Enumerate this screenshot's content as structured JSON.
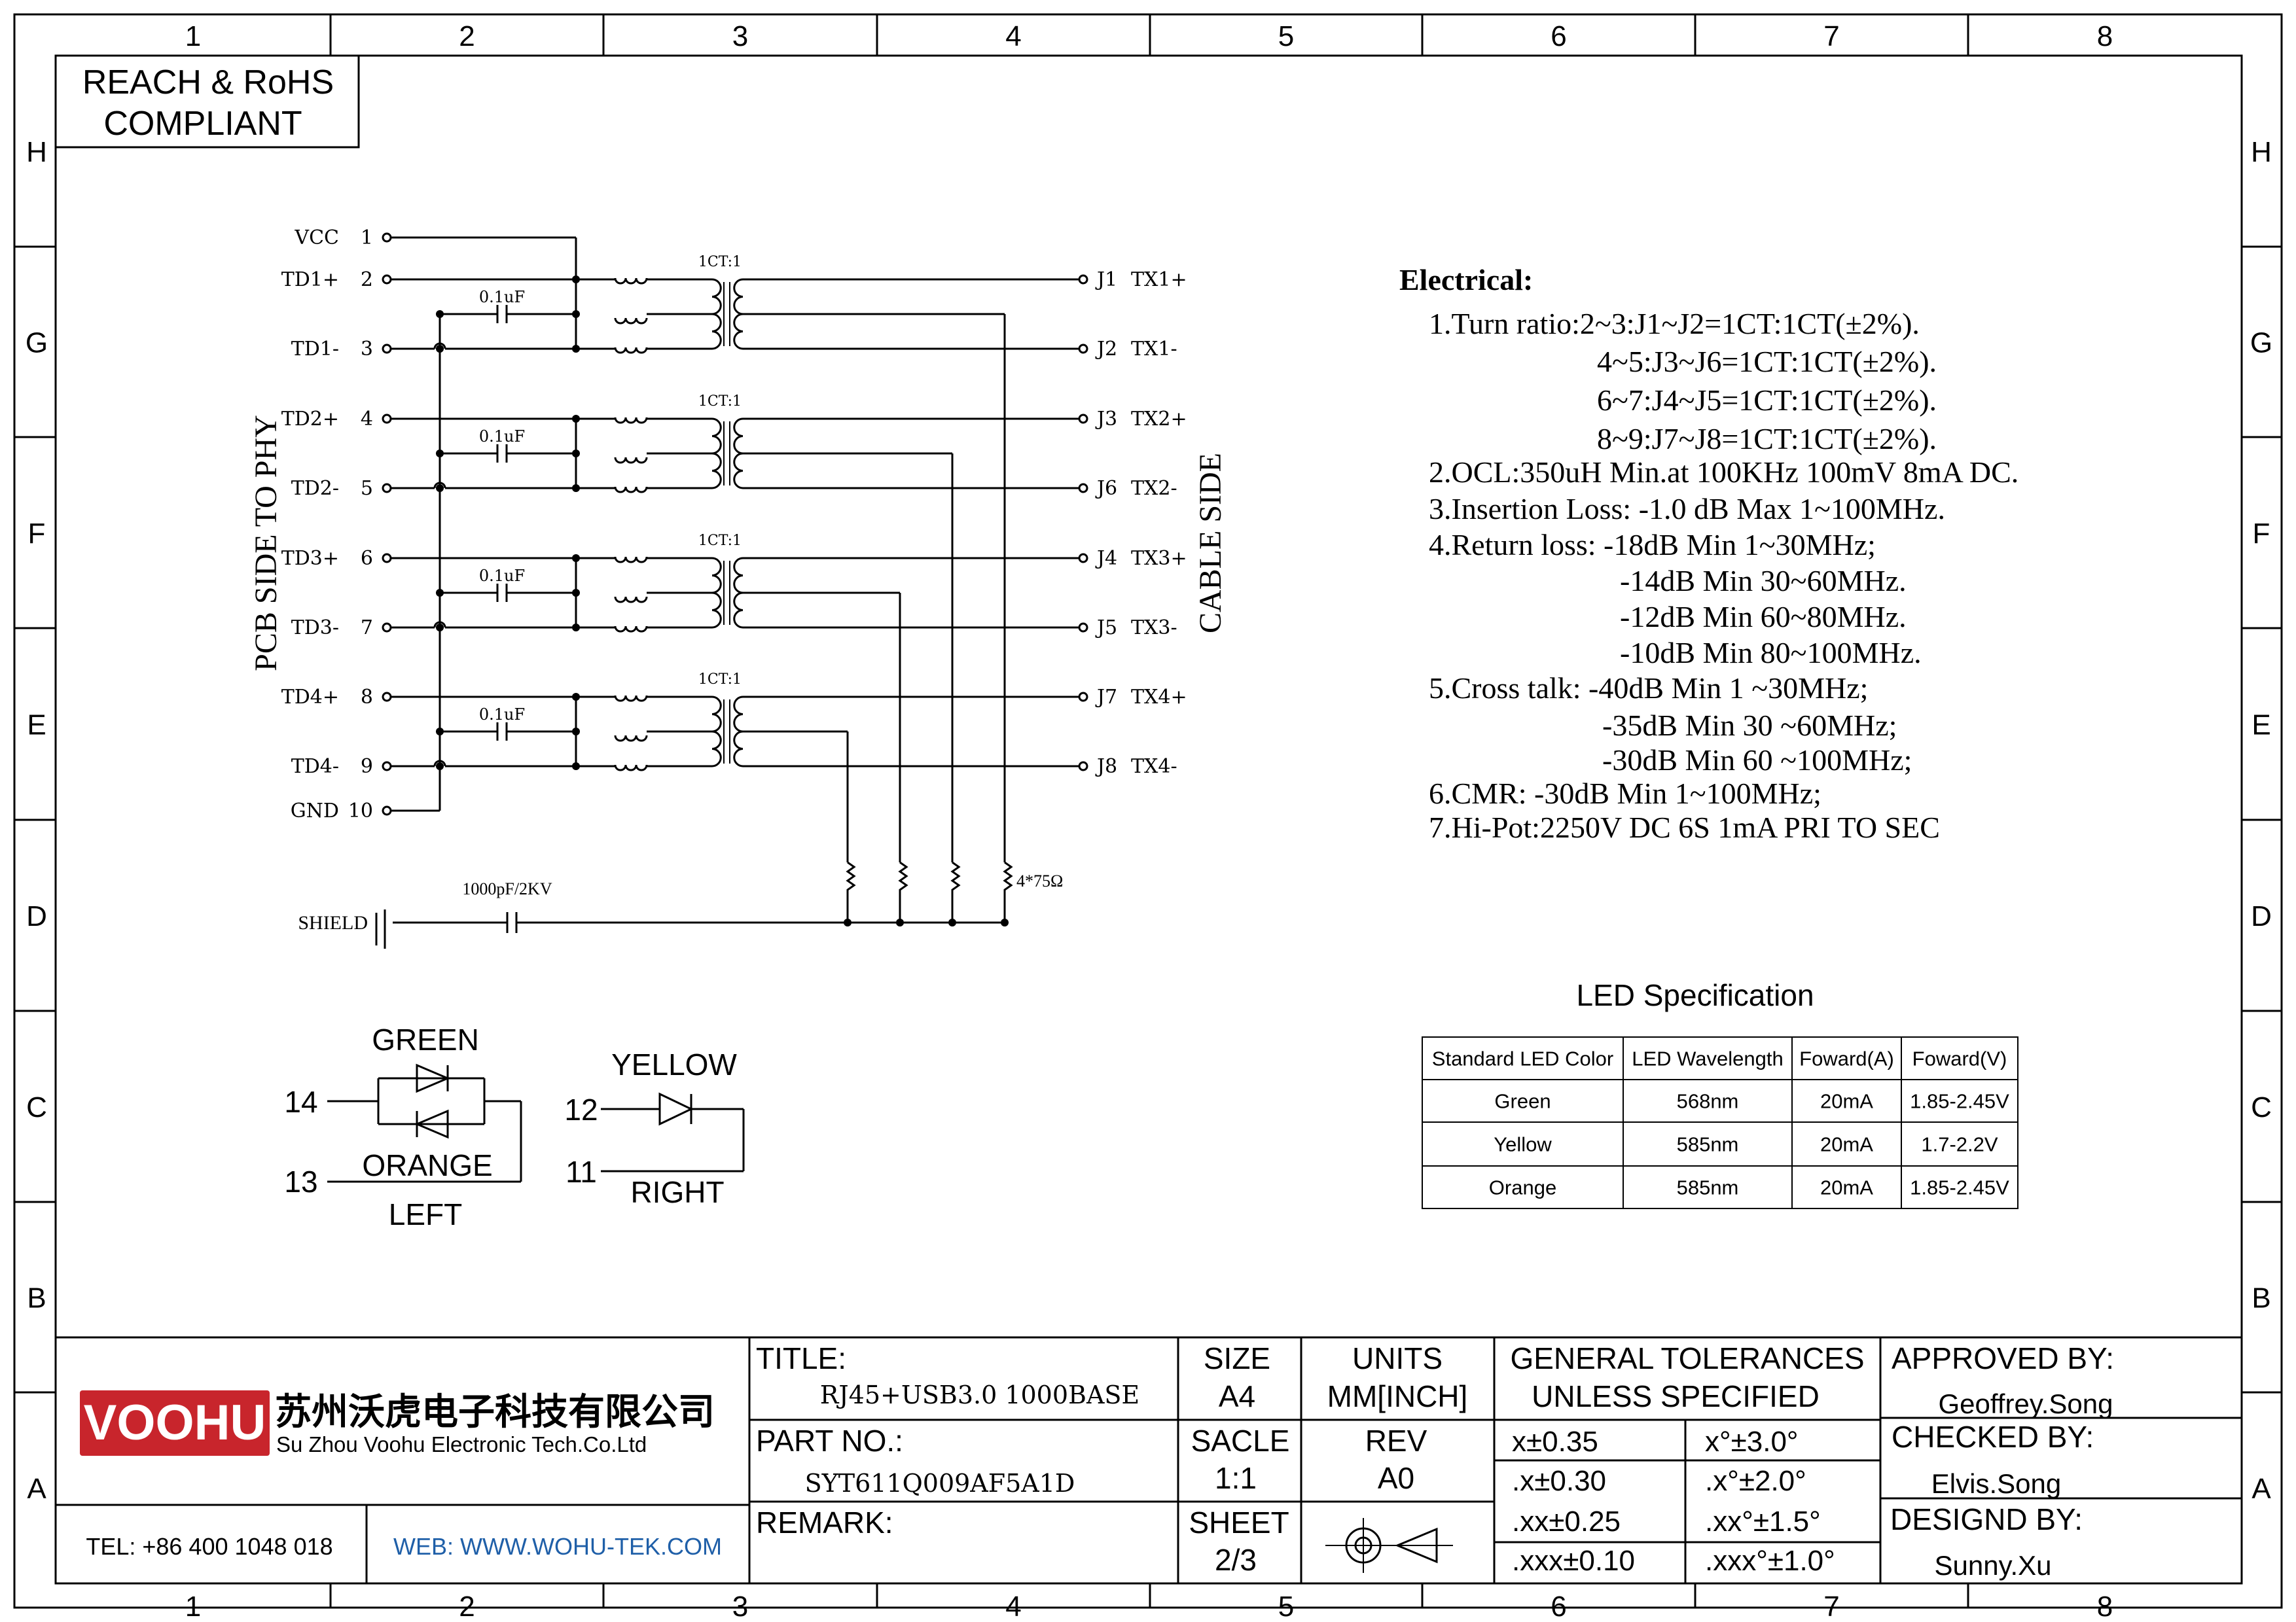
{
  "frame": {
    "columns": [
      "1",
      "2",
      "3",
      "4",
      "5",
      "6",
      "7",
      "8"
    ],
    "rows": [
      "H",
      "G",
      "F",
      "E",
      "D",
      "C",
      "B",
      "A"
    ]
  },
  "compliance": {
    "line1": "REACH & RoHS",
    "line2": "COMPLIANT"
  },
  "schematic": {
    "side_left": "PCB SIDE TO PHY",
    "side_right": "CABLE SIDE",
    "pins_left": [
      {
        "name": "VCC",
        "num": "1"
      },
      {
        "name": "TD1+",
        "num": "2"
      },
      {
        "name": "TD1-",
        "num": "3"
      },
      {
        "name": "TD2+",
        "num": "4"
      },
      {
        "name": "TD2-",
        "num": "5"
      },
      {
        "name": "TD3+",
        "num": "6"
      },
      {
        "name": "TD3-",
        "num": "7"
      },
      {
        "name": "TD4+",
        "num": "8"
      },
      {
        "name": "TD4-",
        "num": "9"
      },
      {
        "name": "GND",
        "num": "10"
      }
    ],
    "pins_right": [
      {
        "num": "J1",
        "name": "TX1+"
      },
      {
        "num": "J2",
        "name": "TX1-"
      },
      {
        "num": "J3",
        "name": "TX2+"
      },
      {
        "num": "J6",
        "name": "TX2-"
      },
      {
        "num": "J4",
        "name": "TX3+"
      },
      {
        "num": "J5",
        "name": "TX3-"
      },
      {
        "num": "J7",
        "name": "TX4+"
      },
      {
        "num": "J8",
        "name": "TX4-"
      }
    ],
    "cap_label": "0.1uF",
    "ratio_label": "1CT:1",
    "shield_label": "SHIELD",
    "shield_cap": "1000pF/2KV",
    "resistor_label": "4*75Ω"
  },
  "led_diagram": {
    "left": {
      "top_pin": "14",
      "bottom_pin": "13",
      "color_top": "GREEN",
      "color_bottom": "ORANGE",
      "side": "LEFT"
    },
    "right": {
      "top_pin": "12",
      "bottom_pin": "11",
      "color": "YELLOW",
      "side": "RIGHT"
    }
  },
  "electrical": {
    "title": "Electrical:",
    "lines": [
      "1.Turn ratio:2~3:J1~J2=1CT:1CT(±2%).",
      "4~5:J3~J6=1CT:1CT(±2%).",
      "6~7:J4~J5=1CT:1CT(±2%).",
      "8~9:J7~J8=1CT:1CT(±2%).",
      "2.OCL:350uH Min.at 100KHz 100mV 8mA DC.",
      "3.Insertion Loss: -1.0 dB Max 1~100MHz.",
      "4.Return loss: -18dB Min 1~30MHz;",
      "-14dB Min 30~60MHz.",
      "-12dB Min 60~80MHz.",
      "-10dB Min 80~100MHz.",
      "5.Cross talk: -40dB Min 1 ~30MHz;",
      "-35dB Min 30 ~60MHz;",
      "-30dB Min 60 ~100MHz;",
      "6.CMR: -30dB Min 1~100MHz;",
      "7.Hi-Pot:2250V DC 6S 1mA PRI TO SEC"
    ]
  },
  "led_spec": {
    "title": "LED Specification",
    "headers": [
      "Standard LED Color",
      "LED Wavelength",
      "Foward(A)",
      "Foward(V)"
    ],
    "rows": [
      [
        "Green",
        "568nm",
        "20mA",
        "1.85-2.45V"
      ],
      [
        "Yellow",
        "585nm",
        "20mA",
        "1.7-2.2V"
      ],
      [
        "Orange",
        "585nm",
        "20mA",
        "1.85-2.45V"
      ]
    ]
  },
  "title_block": {
    "logo": "VOOHU",
    "company_cn": "苏州沃虎电子科技有限公司",
    "company_en": "Su Zhou Voohu Electronic Tech.Co.Ltd",
    "tel": "TEL: +86 400 1048 018",
    "web": "WEB: WWW.WOHU-TEK.COM",
    "title_label": "TITLE:",
    "title_value": "RJ45+USB3.0 1000BASE",
    "part_label": "PART NO.:",
    "part_value": "SYT611Q009AF5A1D",
    "remark_label": "REMARK:",
    "size_label": "SIZE",
    "size_value": "A4",
    "units_label": "UNITS",
    "units_value": "MM[INCH]",
    "scale_label": "SACLE",
    "scale_value": "1:1",
    "rev_label": "REV",
    "rev_value": "A0",
    "sheet_label": "SHEET",
    "sheet_value": "2/3",
    "tol_title1": "GENERAL TOLERANCES",
    "tol_title2": "UNLESS SPECIFIED",
    "tolerances": [
      [
        "x±0.35",
        "x°±3.0°"
      ],
      [
        ".x±0.30",
        ".x°±2.0°"
      ],
      [
        ".xx±0.25",
        ".xx°±1.5°"
      ],
      [
        ".xxx±0.10",
        ".xxx°±1.0°"
      ]
    ],
    "approved_label": "APPROVED BY:",
    "approved_value": "Geoffrey.Song",
    "checked_label": "CHECKED BY:",
    "checked_value": "Elvis.Song",
    "designed_label": "DESIGND BY:",
    "designed_value": "Sunny.Xu"
  },
  "colors": {
    "logo_red": "#c8252c",
    "web_blue": "#1f5fa8"
  }
}
